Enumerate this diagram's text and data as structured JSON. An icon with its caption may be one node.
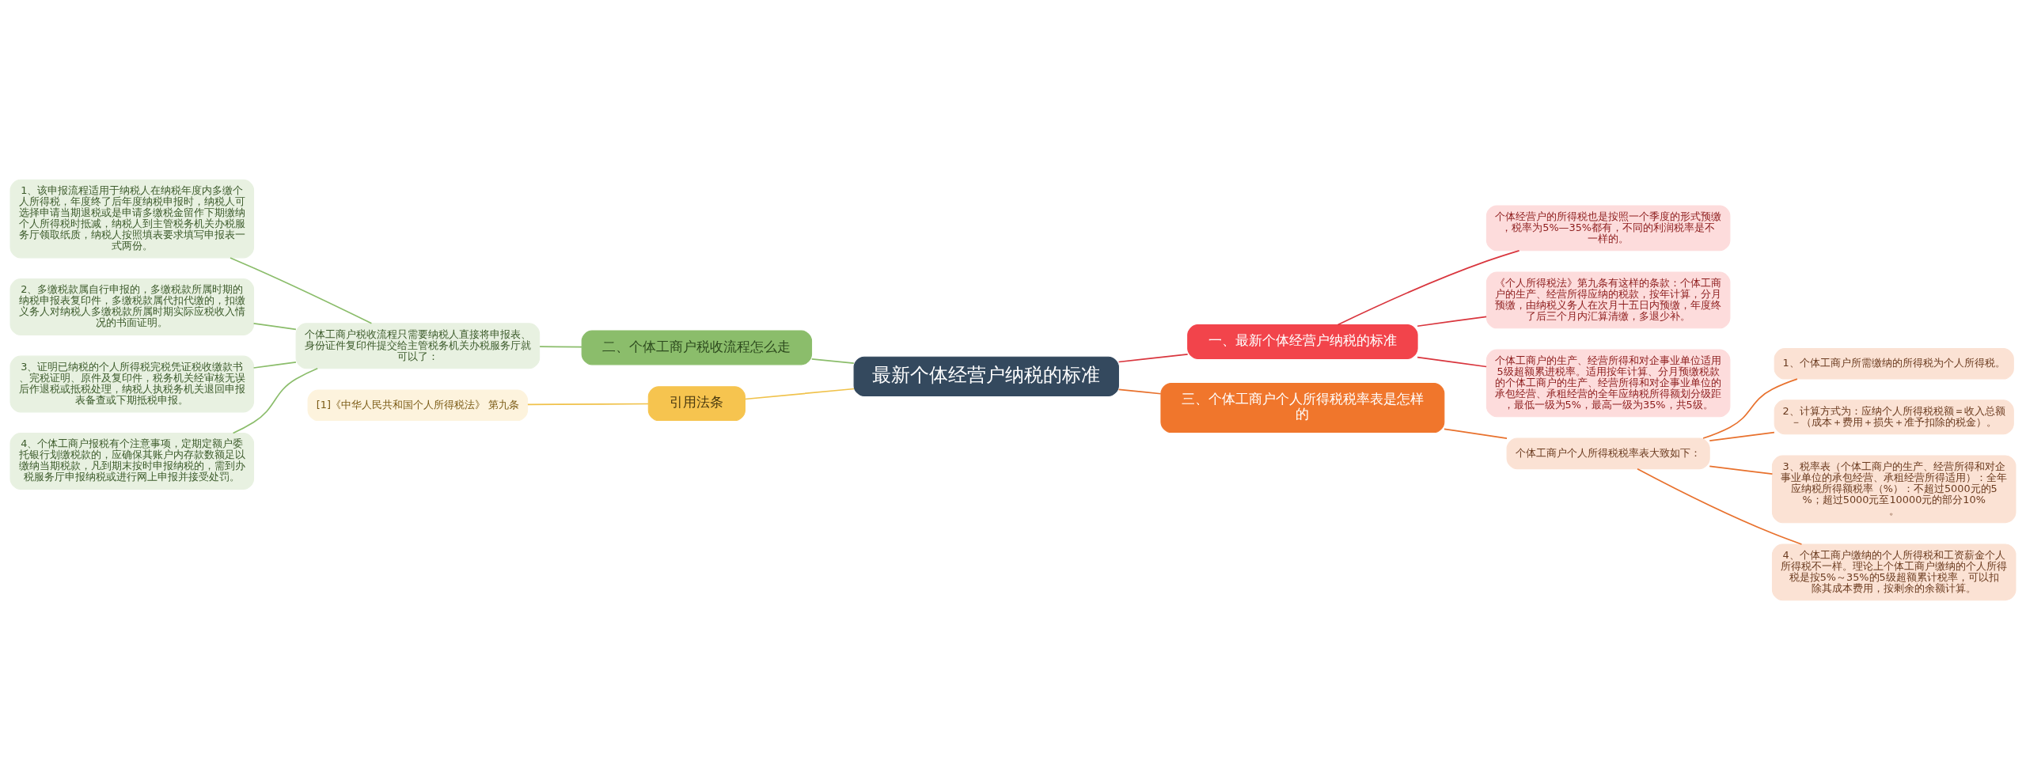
{
  "diagram": {
    "nodes": [
      {
        "text": [
          "最新个体经营户纳税的标准"
        ]
      },
      {
        "text": [
          "一、最新个体经营户纳税的标准"
        ]
      },
      {
        "text": [
          "个体经营户的所得税也是按照一个季度的形式预缴，税率为5%—35%都有，不同的利润税率是不一样的。"
        ]
      },
      {
        "text": [
          "《个人所得税法》第九条有这样的条款：个体工商户的生产、经营所得应纳的税款，按年计算，分月预缴，由纳税义务人在次月十五日内预缴，年度终了后三个月内汇算清缴，多退少补。"
        ]
      },
      {
        "text": [
          "个体工商户的生产、经营所得和对企事业单位适用5级超额累进税率。适用按年计算、分月预缴税款的个体工商户的生产、经营所得和对企事业单位的承包经营、承租经营的全年应纳税所得额划分级距，最低一级为5%，最高一级为35%，共5级。"
        ]
      },
      {
        "text": [
          "二、个体工商户税收流程怎么走"
        ]
      },
      {
        "text": [
          "个体工商户税收流程只需要纳税人直接将申报表、身份证件复印件提交给主管税务机关办税服务厅就可以了："
        ]
      },
      {
        "text": [
          "1、该申报流程适用于纳税人在纳税年度内多缴个人所得税，年度终了后年度纳税申报时，纳税人可选择申请当期退税或是申请多缴税金留作下期缴纳个人所得税时抵减，纳税人到主管税务机关办税服务厅领取纸质，纳税人按照填表要求填写申报表一式两份。"
        ]
      },
      {
        "text": [
          "2、多缴税款属自行申报的，多缴税款所属时期的纳税申报表复印件，多缴税款属代扣代缴的，扣缴义务人对纳税人多缴税款所属时期实际应税收入情况的书面证明。"
        ]
      },
      {
        "text": [
          "3、证明已纳税的个人所得税完税凭证税收缴款书、完税证明、原件及复印件，税务机关经审核无误后作退税或抵税处理，纳税人执税务机关退回申报表备查或下期抵税申报。"
        ]
      },
      {
        "text": [
          "4、个体工商户报税有个注意事项，定期定额户委托银行划缴税款的，应确保其账户内存款数额足以缴纳当期税款，凡到期末按时申报纳税的，需到办税服务厅申报纳税或进行网上申报并接受处罚。"
        ]
      },
      {
        "text": [
          "引用法条"
        ]
      },
      {
        "text": [
          "[1]《中华人民共和国个人所得税法》 第九条"
        ]
      },
      {
        "text": [
          "三、个体工商户个人所得税税率表是怎样的"
        ]
      },
      {
        "text": [
          "个体工商户个人所得税税率表大致如下："
        ]
      },
      {
        "text": [
          "1、个体工商户所需缴纳的所得税为个人所得税。"
        ]
      },
      {
        "text": [
          "2、计算方式为：应纳个人所得税税额＝收入总额－（成本＋费用＋损失＋准予扣除的税金）。"
        ]
      },
      {
        "text": [
          "3、税率表（个体工商户的生产、经营所得和对企事业单位的承包经营、承租经营所得适用）：全年应纳税所得额税率（%）：不超过5000元的5%；超过5000元至10000元的部分10%。"
        ]
      },
      {
        "text": [
          "4、个体工商户缴纳的个人所得税和工资薪金个人所得税不一样。理论上个体工商户缴纳的个人所得税是按5%～35%的5级超额累计税率，可以扣除其成本费用，按剩余的余额计算。"
        ]
      }
    ],
    "edges": [
      {
        "from": 0,
        "to": 1,
        "arrow": "none",
        "color": "#d9363e"
      },
      {
        "from": 1,
        "to": 2,
        "arrow": "none",
        "color": "#d9363e"
      },
      {
        "from": 1,
        "to": 3,
        "arrow": "none",
        "color": "#d9363e"
      },
      {
        "from": 1,
        "to": 4,
        "arrow": "none",
        "color": "#d9363e"
      },
      {
        "from": 0,
        "to": 5,
        "arrow": "none",
        "color": "#8bbd6b"
      },
      {
        "from": 5,
        "to": 6,
        "arrow": "none",
        "color": "#8bbd6b"
      },
      {
        "from": 6,
        "to": 7,
        "arrow": "none",
        "color": "#8bbd6b"
      },
      {
        "from": 6,
        "to": 8,
        "arrow": "none",
        "color": "#8bbd6b"
      },
      {
        "from": 6,
        "to": 9,
        "arrow": "none",
        "color": "#8bbd6b"
      },
      {
        "from": 6,
        "to": 10,
        "arrow": "none",
        "color": "#8bbd6b"
      },
      {
        "from": 0,
        "to": 11,
        "arrow": "none",
        "color": "#f0c24b"
      },
      {
        "from": 11,
        "to": 12,
        "arrow": "none",
        "color": "#f0c24b"
      },
      {
        "from": 0,
        "to": 13,
        "arrow": "none",
        "color": "#e8712d"
      },
      {
        "from": 13,
        "to": 14,
        "arrow": "none",
        "color": "#e8712d"
      },
      {
        "from": 14,
        "to": 15,
        "arrow": "none",
        "color": "#e8712d"
      },
      {
        "from": 14,
        "to": 16,
        "arrow": "none",
        "color": "#e8712d"
      },
      {
        "from": 14,
        "to": 17,
        "arrow": "none",
        "color": "#e8712d"
      },
      {
        "from": 14,
        "to": 18,
        "arrow": "none",
        "color": "#e8712d"
      }
    ]
  }
}
